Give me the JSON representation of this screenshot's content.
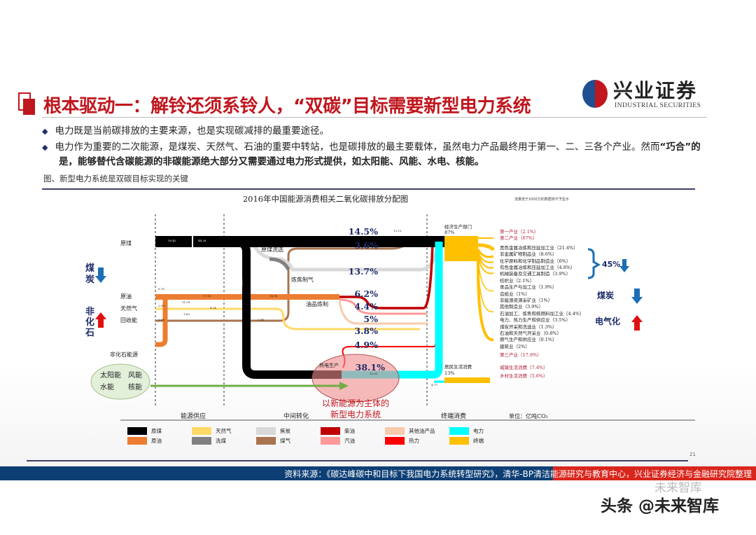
{
  "header": {
    "title": "根本驱动一：解铃还须系铃人，“双碳”目标需要新型电力系统",
    "logo_cn": "兴业证券",
    "logo_en": "INDUSTRIAL SECURITIES"
  },
  "bullets": [
    {
      "text": "电力既是当前碳排放的主要来源，也是实现碳减排的最重要途径。"
    },
    {
      "text": "电力作为重要的二次能源，是煤炭、天然气、石油的重要中转站，也是碳排放的最主要载体，虽然电力产品最终用于第一、二、三各个产业。然而",
      "bold": "“巧合”的是，能够替代含碳能源的非碳能源绝大部分又需要通过电力形式提供，如太阳能、风能、水电、核能。"
    }
  ],
  "caption": "图、新型电力系统是双碳目标实现的关键",
  "diagram": {
    "title": "2016年中国能源消费相关二氧化碳排放分配图",
    "note": "流量低于1000万的数据将不予显示",
    "sources": [
      "原煤",
      "原油",
      "天然气",
      "回收能",
      "非化石能源"
    ],
    "non_fossil": [
      "太阳能",
      "风能",
      "水能",
      "核能"
    ],
    "intermediate": [
      "原煤洗选",
      "炼焦制气",
      "油品炼制",
      "热电生产"
    ],
    "flow_values": [
      "39.42",
      "44.28",
      "6.15",
      "17.56",
      "16.96",
      "11.09",
      "2.93",
      "4.24",
      "1.65",
      "2.94",
      "2.94",
      "33.67",
      "13.13",
      "13.01",
      "4.77"
    ],
    "percentages": [
      "14.5%",
      "3.6%",
      "13.7%",
      "6.2%",
      "4.4%",
      "5%",
      "3.8%",
      "4.9%",
      "38.1%"
    ],
    "sectors_header": {
      "econ": "经济生产部门",
      "econ_pct": "87%",
      "res": "居民生活消费",
      "res_pct": "13%"
    },
    "sector_labels": [
      {
        "t": "第一产业（2.1%）",
        "red": true
      },
      {
        "t": "第二产业（67%）",
        "red": true
      },
      {
        "t": "黑色金属冶炼和压延加工业（21.4%）"
      },
      {
        "t": "非金属矿物制品业（8.6%）"
      },
      {
        "t": "化学原料和化学制品制造业（6%）"
      },
      {
        "t": "有色金属冶炼和压延加工业（4.8%）"
      },
      {
        "t": "机械装备及交通工具制造（3.9%）"
      },
      {
        "t": "纺织业（2.1%）"
      },
      {
        "t": "食品生产与加工业（1.9%）"
      },
      {
        "t": "造纸业（1%）"
      },
      {
        "t": "非能源资源采矿业（1%）"
      },
      {
        "t": "其他制造业（3.9%）"
      },
      {
        "t": "石油加工、炼焦和核燃料加工业（4.4%）"
      },
      {
        "t": "电力、热力生产和供应业（3.5%）"
      },
      {
        "t": "煤炭开采和洗选业（1.3%）"
      },
      {
        "t": "石油和天然气开采业（0.8%）"
      },
      {
        "t": "燃气生产和供应业（0.1%）"
      },
      {
        "t": "建筑业（2%）"
      },
      {
        "t": "第三产业（17.9%）",
        "red": true
      }
    ],
    "residential_labels": [
      "城镇生活消费（7.4%）",
      "乡村生活消费（5.6%）"
    ],
    "left_tags": {
      "coal": "煤炭",
      "nonfossil": "非化石"
    },
    "right_tags": {
      "pct45": "45%",
      "coal": "煤炭",
      "elec": "电气化"
    },
    "highlight": "以新能源为主体的",
    "highlight2": "新型电力系统",
    "stages": [
      "能源供应",
      "中间转化",
      "终端消费"
    ],
    "unit": "单位：亿吨CO₂",
    "legend": [
      {
        "label": "原煤",
        "color": "#000000"
      },
      {
        "label": "原油",
        "color": "#ed7d31"
      },
      {
        "label": "天然气",
        "color": "#ffd966"
      },
      {
        "label": "洗煤",
        "color": "#808080"
      },
      {
        "label": "焦炭",
        "color": "#d9d9d9"
      },
      {
        "label": "煤气",
        "color": "#a9744f"
      },
      {
        "label": "柴油",
        "color": "#c00000"
      },
      {
        "label": "汽油",
        "color": "#ff9999"
      },
      {
        "label": "其他油产品",
        "color": "#f8cbad"
      },
      {
        "label": "热力",
        "color": "#ff0000"
      },
      {
        "label": "电力",
        "color": "#00ffff"
      },
      {
        "label": "终端",
        "color": "#ffc000"
      }
    ]
  },
  "page_number": "21",
  "source": "资料来源：《碳达峰碳中和目标下我国电力系统转型研究》，清华-BP清洁能源研究与教育中心，兴业证券经济与金融研究院整理",
  "watermark": "头条 @未来智库",
  "watermark_faint": "未来智库"
}
